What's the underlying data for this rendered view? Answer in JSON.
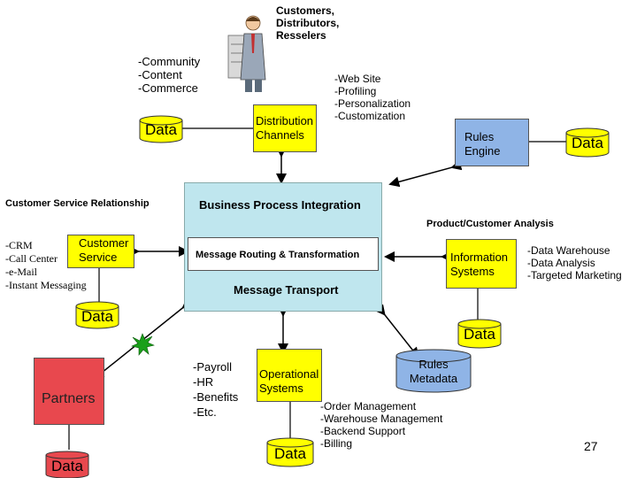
{
  "top": {
    "community_list": "-Community\n-Content\n-Commerce",
    "customers_label": "Customers,\nDistributors,\nResselers",
    "web_list": "-Web Site\n-Profiling\n-Personalization\n-Customization"
  },
  "boxes": {
    "distribution": "Distribution\nChannels",
    "rules_engine": "Rules\nEngine",
    "customer_service": "Customer\nService",
    "information_systems": "Information\nSystems",
    "operational_systems": "Operational\nSystems",
    "partners": "Partners"
  },
  "bpi": {
    "title": "Business Process Integration",
    "routing": "Message Routing & Transformation",
    "transport": "Message Transport"
  },
  "labels": {
    "customer_service_relationship": "Customer Service Relationship",
    "product_customer_analysis": "Product/Customer Analysis",
    "crm_list": "-CRM\n-Call Center\n-e-Mail\n-Instant Messaging",
    "warehouse_list": "-Data Warehouse\n-Data Analysis\n-Targeted Marketing",
    "payroll_list": "-Payroll\n-HR\n-Benefits\n-Etc.",
    "order_list": "-Order Management\n-Warehouse Management\n-Backend Support\n-Billing"
  },
  "data_stores": {
    "data": "Data",
    "rules_metadata": "Rules\nMetadata"
  },
  "page_number": "27",
  "colors": {
    "yellow": "#ffff00",
    "blue": "#8fb4e6",
    "red": "#e8484e",
    "cyan": "#bfe6ee"
  }
}
